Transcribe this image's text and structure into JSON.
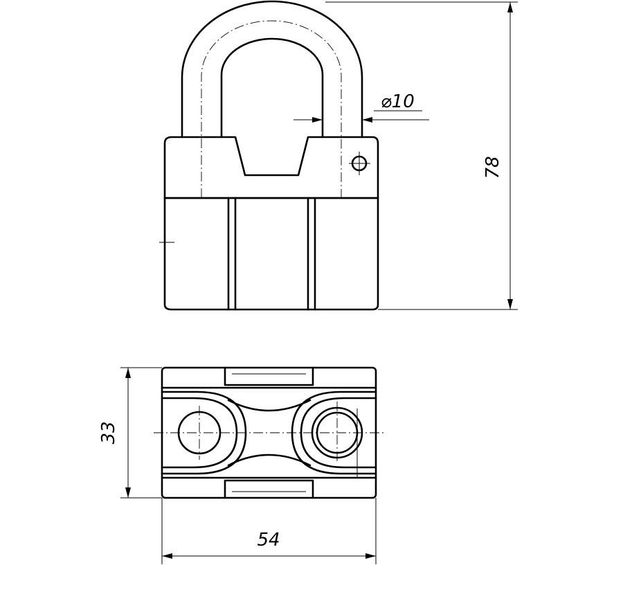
{
  "drawing": {
    "dimensions": {
      "shackle_diameter": "⌀10",
      "overall_height": "78",
      "body_depth": "33",
      "body_width": "54"
    }
  }
}
